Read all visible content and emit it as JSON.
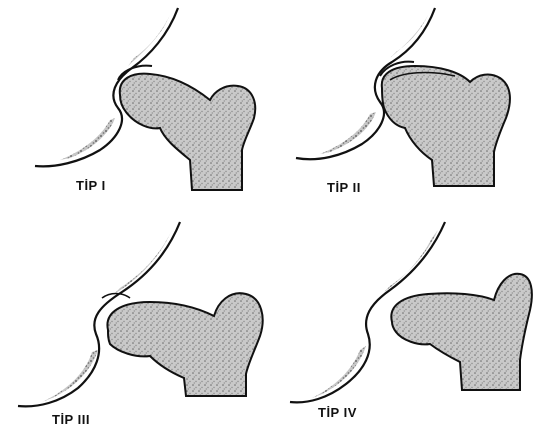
{
  "figure": {
    "colors": {
      "line": "#111111",
      "bone_fill": "#c9c9c9",
      "speckle": "#6a6a6a",
      "background": "#ffffff"
    },
    "panels": [
      {
        "label": "TİP I"
      },
      {
        "label": "TİP II"
      },
      {
        "label": "TİP III"
      },
      {
        "label": "TİP IV"
      }
    ]
  }
}
